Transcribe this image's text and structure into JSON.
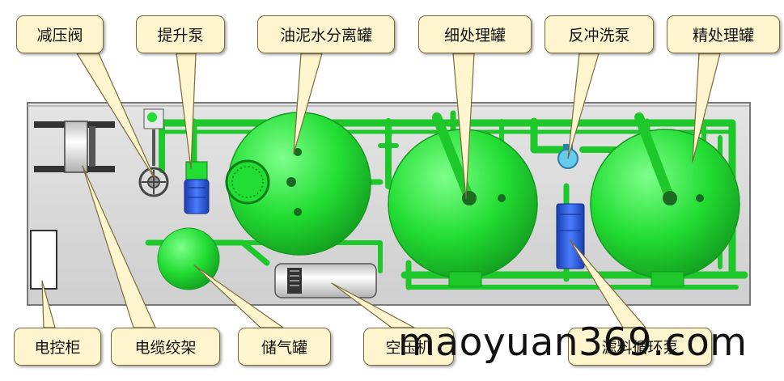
{
  "colors": {
    "equipment": "#22dd33",
    "pipe": "#1fc82a",
    "motor": "#2255dd",
    "platform": "#dcdcdc",
    "callout_fill": "#fff6cf",
    "callout_border": "#7a6a3a"
  },
  "labels": {
    "pressure_valve": "减压阀",
    "lift_pump": "提升泵",
    "oil_sludge_tank": "油泥水分离罐",
    "coarse_tank": "细处理罐",
    "backwash_pump": "反冲洗泵",
    "fine_tank": "精处理罐",
    "control_cabinet": "电控柜",
    "cable_winch": "电缆绞架",
    "gas_tank": "储气罐",
    "air_compressor": "空压机",
    "filter_pump": "滤料循环泵"
  },
  "watermark": "maoyuan369.com"
}
